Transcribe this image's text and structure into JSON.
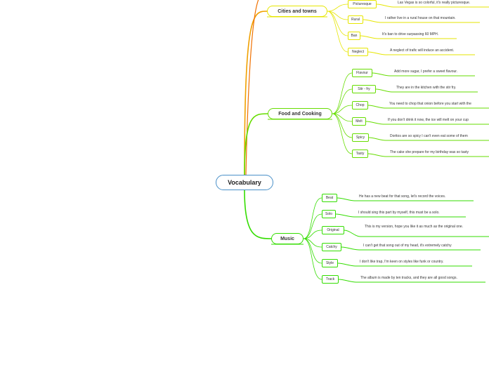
{
  "root": {
    "label": "Vocabulary"
  },
  "colors": {
    "root": "#4a90c8",
    "cities": "#e6e600",
    "food": "#66dd00",
    "music": "#33dd00"
  },
  "branches": [
    {
      "id": "cities",
      "label": "Cities and towns",
      "items": [
        {
          "word": "Picturesque",
          "sentence": "Las Vegas is so colorful, it's really picturesque."
        },
        {
          "word": "Rural",
          "sentence": "I rather live in a rural house on that mountain."
        },
        {
          "word": "Ban",
          "sentence": "It's ban to drive surpassing 60 MPH."
        },
        {
          "word": "Neglect",
          "sentence": "A neglect of trafic will induce an accident."
        }
      ]
    },
    {
      "id": "food",
      "label": "Food and Cooking",
      "items": [
        {
          "word": "Flavour",
          "sentence": "Add more sugar, I prefer a sweet flavour."
        },
        {
          "word": "Stir - fry",
          "sentence": "They are in the kitchen with the stir fry."
        },
        {
          "word": "Chop",
          "sentence": "You need to chop that onion before you start with the"
        },
        {
          "word": "Melt",
          "sentence": "If you don't drink it now, the ice will melt on your cup"
        },
        {
          "word": "Spicy",
          "sentence": "Doritos are so spicy I can't even eat some of them"
        },
        {
          "word": "Tasty",
          "sentence": "The cake she prepare for my birthday was so tasty"
        }
      ]
    },
    {
      "id": "music",
      "label": "Music",
      "items": [
        {
          "word": "Beat",
          "sentence": "He has a new beat for that song, let's record the voices."
        },
        {
          "word": "Solo",
          "sentence": "I should sing this part by myself, this must be a solo."
        },
        {
          "word": "Original",
          "sentence": "This is my version, hope you like it as much as the original one."
        },
        {
          "word": "Catchy",
          "sentence": "I can't get that song out of my head, it's extremely catchy"
        },
        {
          "word": "Style",
          "sentence": "I don't like trap, I'm keen on styles like funk or country."
        },
        {
          "word": "Track",
          "sentence": "The album is made by ten tracks, and they are all good songs."
        }
      ]
    }
  ]
}
